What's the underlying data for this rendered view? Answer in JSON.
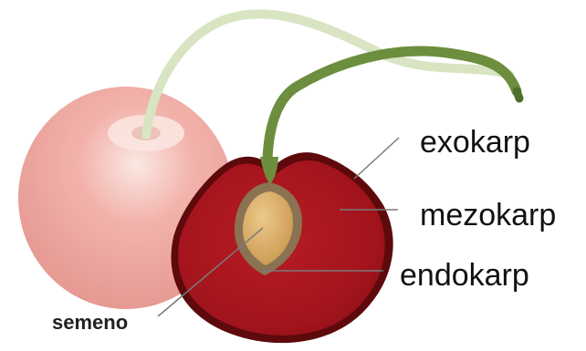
{
  "labels": {
    "exocarp": "exokarp",
    "mesocarp": "mezokarp",
    "endocarp": "endokarp",
    "seed": "semeno"
  },
  "colors": {
    "flesh": "#a5141c",
    "skin_dark": "#5e0a0d",
    "back_cherry": "#eea6a0",
    "back_cherry_highlight": "#fbe6df",
    "stem": "#6c8e3e",
    "stem_pale": "#d8e4c2",
    "seed": "#d8b070",
    "endocarp": "#8a7352",
    "leader": "#7a7a7a"
  }
}
